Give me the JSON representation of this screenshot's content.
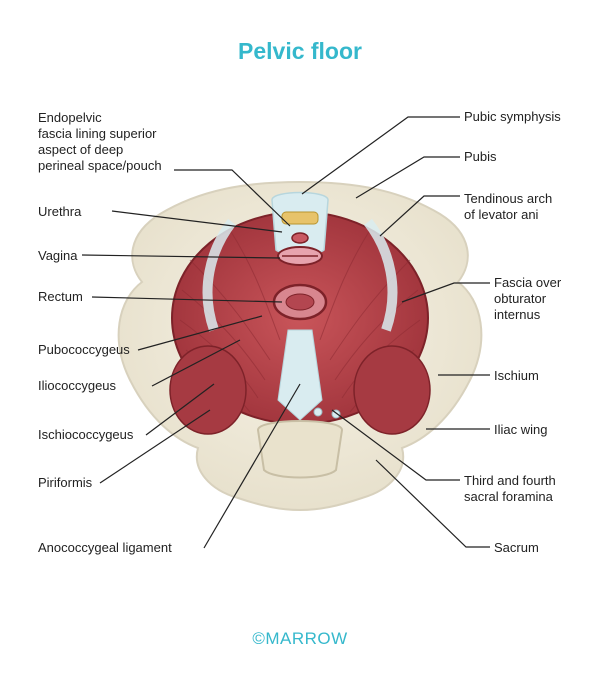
{
  "title": "Pelvic floor",
  "labels": {
    "endopelvic": "Endopelvic\nfascia lining superior\naspect of deep\nperineal space/pouch",
    "urethra": "Urethra",
    "vagina": "Vagina",
    "rectum": "Rectum",
    "pubococcygeus": "Pubococcygeus",
    "iliococcygeus": "Iliococcygeus",
    "ischiococcygeus": "Ischiococcygeus",
    "piriformis": "Piriformis",
    "anococcygeal": "Anococcygeal ligament",
    "pubic_symphysis": "Pubic symphysis",
    "pubis": "Pubis",
    "tendinous_arch": "Tendinous arch\nof levator ani",
    "fascia_obturator": "Fascia over\nobturator\ninternus",
    "ischium": "Ischium",
    "iliac_wing": "Iliac wing",
    "sacral_foramina": "Third and fourth\nsacral foramina",
    "sacrum": "Sacrum"
  },
  "brand": "©MARROW",
  "colors": {
    "title": "#35b8cc",
    "bone": "#efeadb",
    "bone_edge": "#d8d1bd",
    "muscle": "#b8454b",
    "muscle_dark": "#8e2b33",
    "fascia": "#d9ecf0",
    "leader": "#222222"
  }
}
